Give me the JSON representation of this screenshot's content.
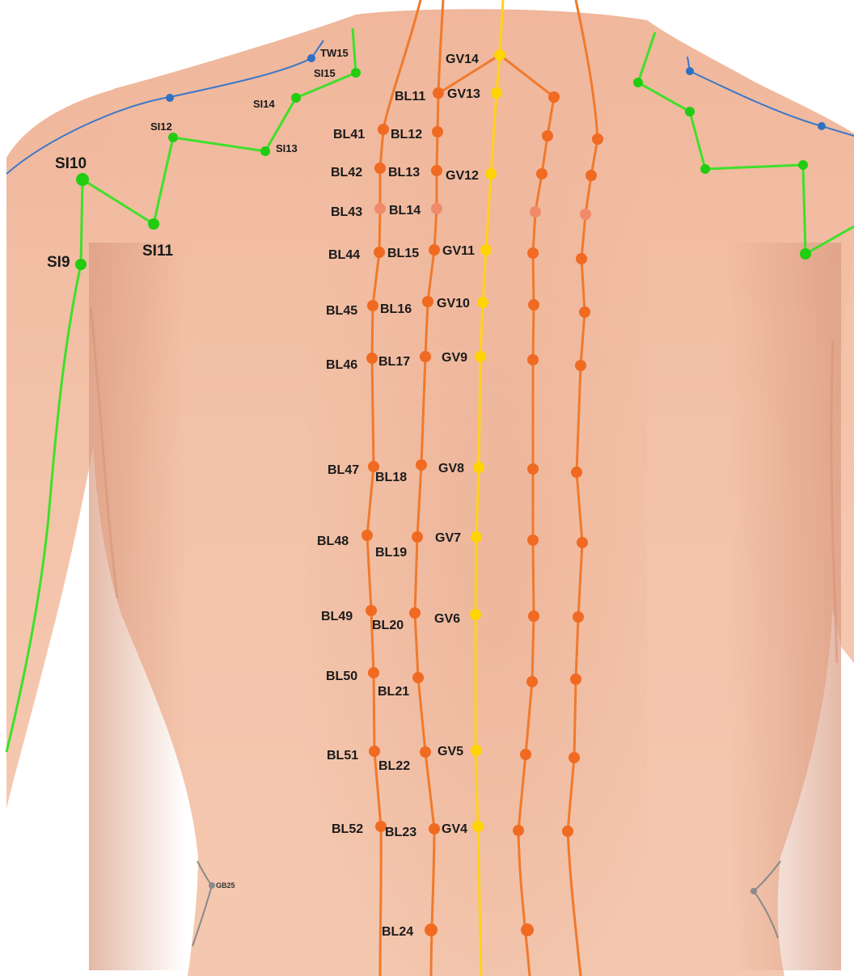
{
  "colors": {
    "skin_light": "#f3c4ab",
    "skin_mid": "#e8ad92",
    "skin_shadow": "#d8987c",
    "bladder_line": "#f07a2c",
    "bladder_point": "#f06a22",
    "bladder_point_pale": "#ef8a6a",
    "governor_line": "#ffd21a",
    "governor_point": "#ffd400",
    "small_intestine_line": "#3ee02a",
    "small_intestine_point": "#22cc11",
    "triple_warmer_line": "#3a78c8",
    "triple_warmer_point": "#2f6fc4",
    "gall_bladder_line": "#8a8a8a"
  },
  "labels": {
    "TW15": "TW15",
    "SI15": "SI15",
    "SI14": "SI14",
    "SI12": "SI12",
    "SI13": "SI13",
    "SI10": "SI10",
    "SI11": "SI11",
    "SI9": "SI9",
    "GV14": "GV14",
    "GV13": "GV13",
    "GV12": "GV12",
    "GV11": "GV11",
    "GV10": "GV10",
    "GV9": "GV9",
    "GV8": "GV8",
    "GV7": "GV7",
    "GV6": "GV6",
    "GV5": "GV5",
    "GV4": "GV4",
    "BL11": "BL11",
    "BL12": "BL12",
    "BL13": "BL13",
    "BL14": "BL14",
    "BL15": "BL15",
    "BL16": "BL16",
    "BL17": "BL17",
    "BL18": "BL18",
    "BL19": "BL19",
    "BL20": "BL20",
    "BL21": "BL21",
    "BL22": "BL22",
    "BL23": "BL23",
    "BL24": "BL24",
    "BL41": "BL41",
    "BL42": "BL42",
    "BL43": "BL43",
    "BL44": "BL44",
    "BL45": "BL45",
    "BL46": "BL46",
    "BL47": "BL47",
    "BL48": "BL48",
    "BL49": "BL49",
    "BL50": "BL50",
    "BL51": "BL51",
    "BL52": "BL52",
    "GB25": "GB25"
  }
}
